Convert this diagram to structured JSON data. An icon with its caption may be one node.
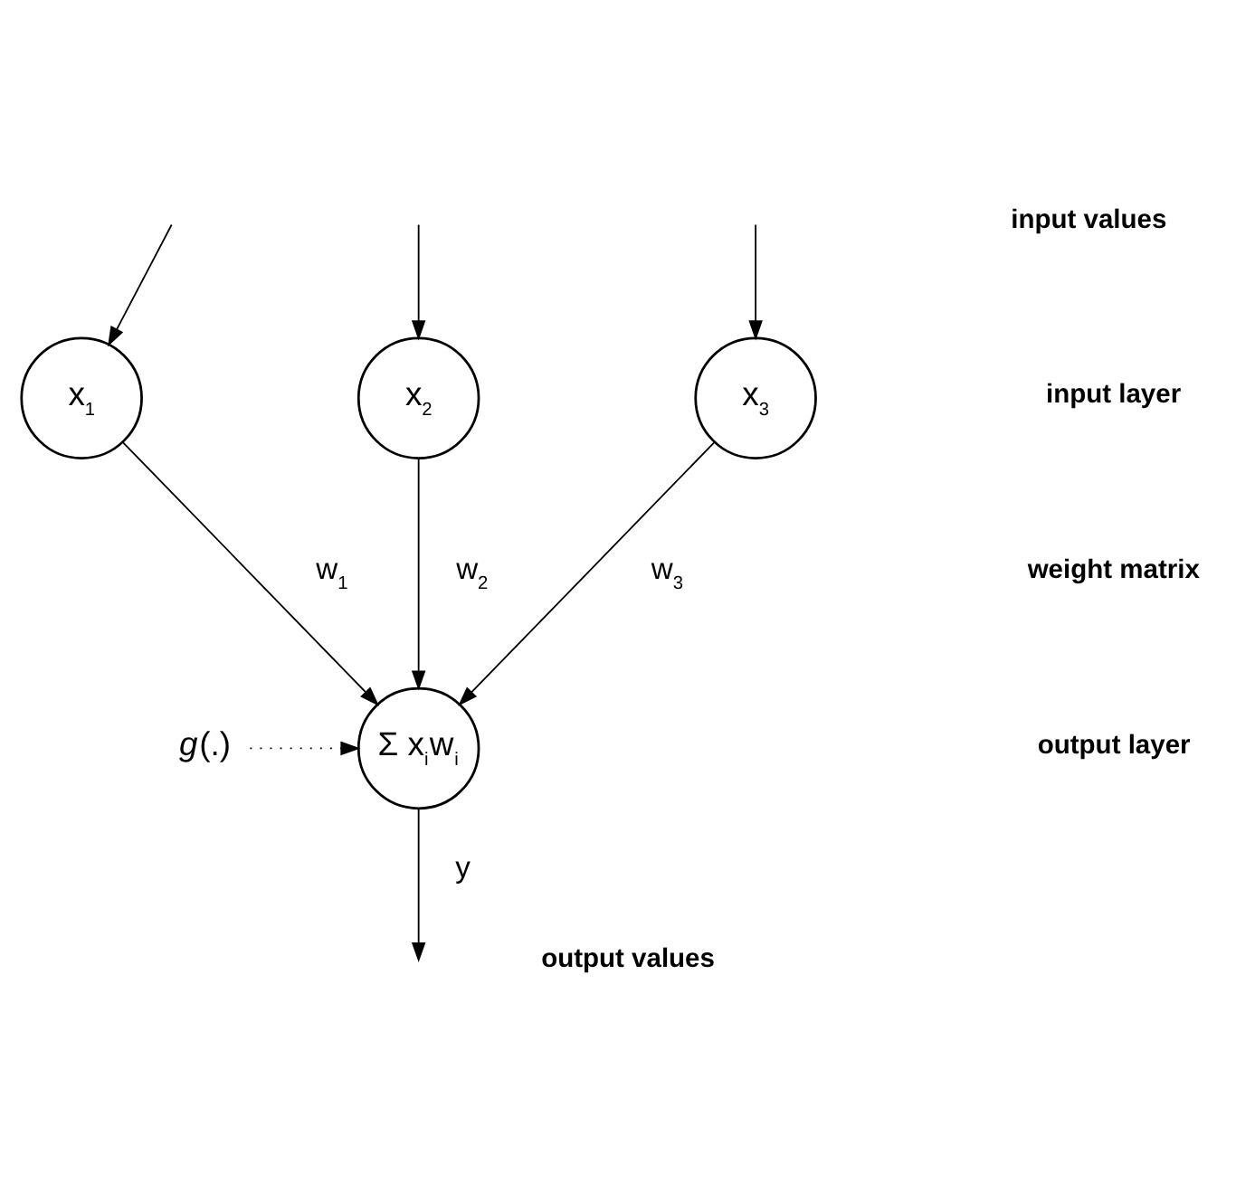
{
  "diagram": {
    "nodes": [
      {
        "text": [
          "x$_{1}$"
        ]
      },
      {
        "text": [
          "x$_{2}$"
        ]
      },
      {
        "text": [
          "x$_{3}$"
        ]
      },
      {
        "text": [
          "*g*(.)"
        ]
      },
      {
        "text": [
          "Σ x$_{i}$w$_{i}$"
        ]
      }
    ],
    "edges": [
      {
        "from": null,
        "to": 0,
        "arrow": "to"
      },
      {
        "from": null,
        "to": 1,
        "arrow": "to"
      },
      {
        "from": null,
        "to": 2,
        "arrow": "to"
      },
      {
        "from": 0,
        "to": 4,
        "arrow": "to",
        "label": "w$_{1}$"
      },
      {
        "from": 1,
        "to": 4,
        "arrow": "to",
        "label": "w$_{2}$"
      },
      {
        "from": 2,
        "to": 4,
        "arrow": "to",
        "label": "w$_{3}$"
      },
      {
        "from": 3,
        "to": 4,
        "arrow": "to",
        "style": "dashed"
      },
      {
        "from": 4,
        "to": null,
        "arrow": "to",
        "label": "y"
      }
    ],
    "labels": [
      "input values",
      "input layer",
      "weight matrix",
      "output layer",
      "output values"
    ]
  }
}
